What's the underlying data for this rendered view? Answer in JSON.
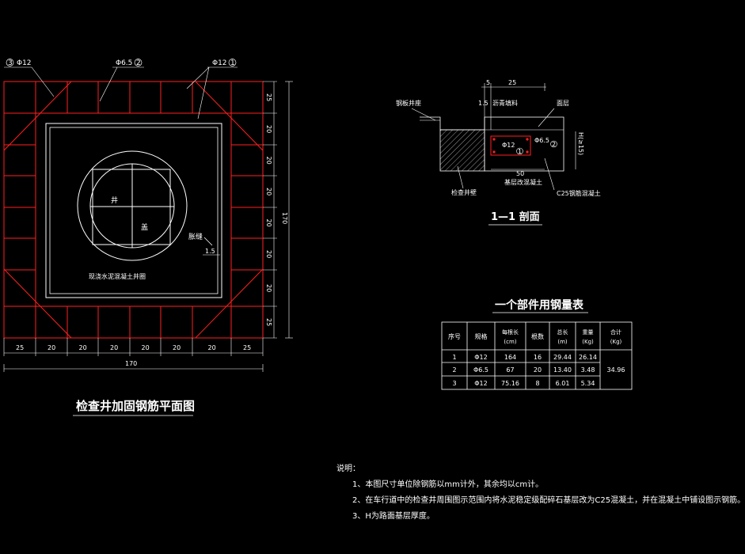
{
  "plan": {
    "title": "检查井加固钢筋平面图",
    "bar_labels": {
      "top_left": "Φ12",
      "top_left_num": "3",
      "top_mid": "Φ6.5",
      "top_mid_num": "2",
      "top_right": "Φ12",
      "top_right_num": "1"
    },
    "well_chars": [
      "井",
      "盖"
    ],
    "ring_label": "现浇水泥混凝土井圈",
    "joint_label": "胀缝",
    "joint_value": "1.5",
    "bottom_dims": [
      "25",
      "20",
      "20",
      "20",
      "20",
      "20",
      "20",
      "25"
    ],
    "bottom_total": "170",
    "right_dims": [
      "25",
      "20",
      "20",
      "20",
      "20",
      "20",
      "20",
      "25"
    ],
    "right_total": "170"
  },
  "section": {
    "title": "1—1 剖面",
    "dim_5": "5",
    "dim_25": "25",
    "dim_1_5": "1.5",
    "dim_50": "50",
    "dim_h": "H(≥15)",
    "lbl_cover": "钢板井座",
    "lbl_asphalt": "沥青填料",
    "lbl_surface": "面层",
    "lbl_wall": "检查井壁",
    "lbl_base": "基层改混凝土",
    "lbl_concrete": "C25钢筋混凝土",
    "bar1": "Φ12",
    "bar1_num": "1",
    "bar2": "Φ6.5",
    "bar2_num": "2"
  },
  "table": {
    "title": "一个部件用钢量表",
    "headers": [
      "序号",
      "规格",
      "每根长(cm)",
      "根数",
      "总长(m)",
      "重量(Kg)",
      "合计(Kg)"
    ],
    "rows": [
      [
        "1",
        "Φ12",
        "164",
        "16",
        "29.44",
        "26.14"
      ],
      [
        "2",
        "Φ6.5",
        "67",
        "20",
        "13.40",
        "3.48"
      ],
      [
        "3",
        "Φ12",
        "75.16",
        "8",
        "6.01",
        "5.34"
      ]
    ],
    "total": "34.96"
  },
  "notes": {
    "heading": "说明：",
    "items": [
      "1、本图尺寸单位除钢筋以mm计外，其余均以cm计。",
      "2、在车行道中的检查井周围图示范围内将水泥稳定级配碎石基层改为C25混凝土，并在混凝土中铺设图示钢筋。",
      "3、H为路面基层厚度。"
    ]
  },
  "colors": {
    "background": "#000000",
    "line": "#ffffff",
    "rebar": "#ff0000",
    "dim": "#ffffff"
  }
}
